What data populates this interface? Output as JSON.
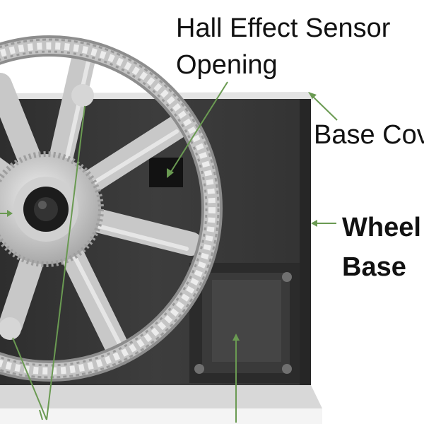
{
  "labels": {
    "hall_sensor_line1": "Hall Effect Sensor",
    "hall_sensor_line2": "Opening",
    "base_cover": "Base Cov",
    "wheel_base_line1": "Wheel",
    "wheel_base_line2": "Base"
  },
  "colors": {
    "leader_line": "#6a9a52",
    "base_dark": "#3f3f3f",
    "base_panel": "#4a4a4a",
    "wheel_metal": "#bdbdbd"
  }
}
